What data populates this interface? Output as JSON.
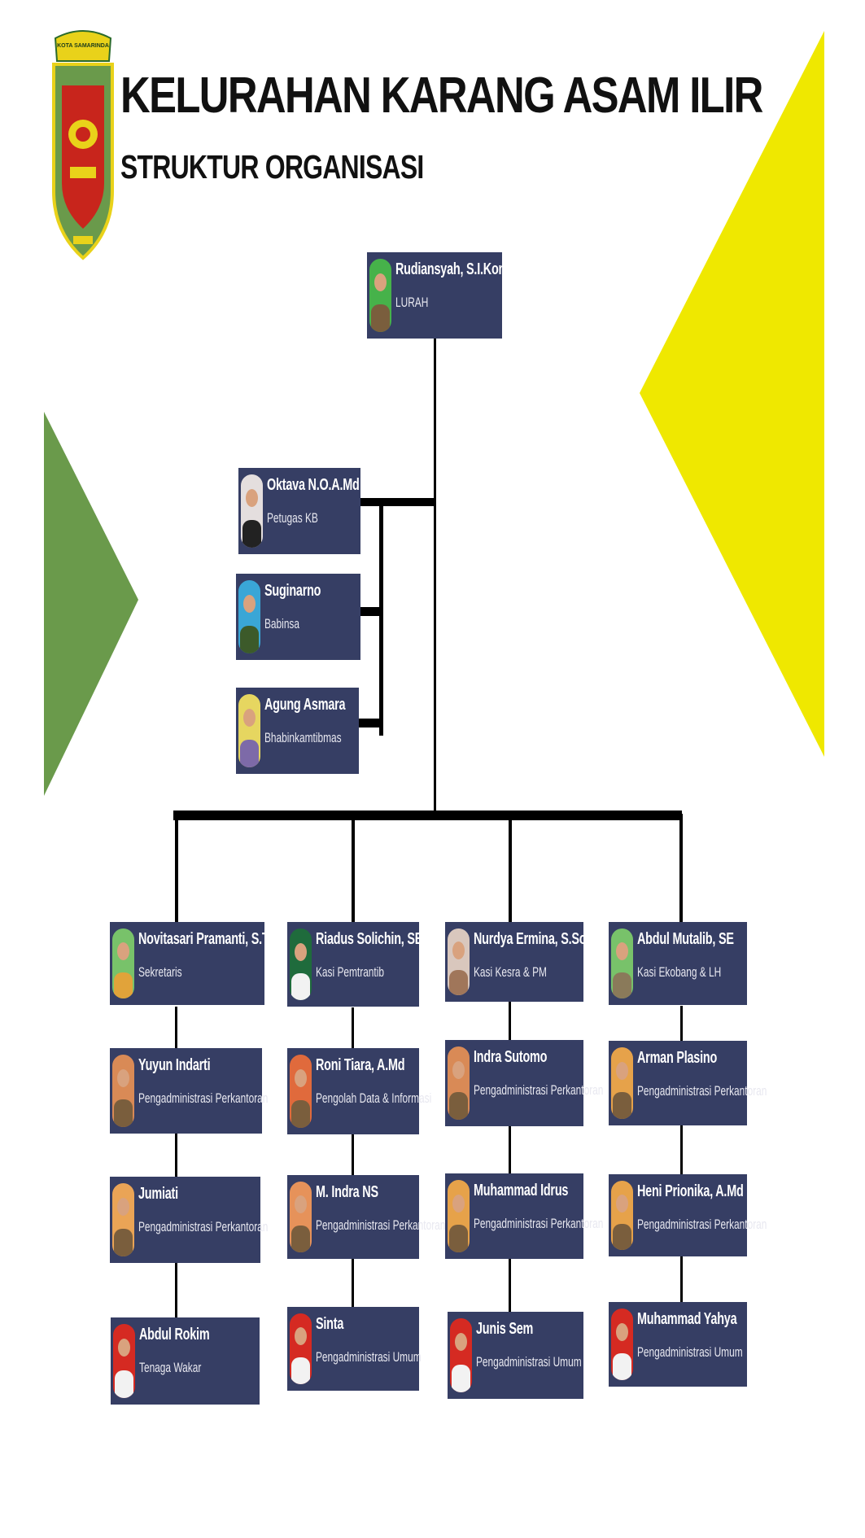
{
  "header": {
    "title": "KELURAHAN KARANG ASAM ILIR",
    "subtitle": "STRUKTUR ORGANISASI",
    "logo_text": "KOTA SAMARINDA",
    "logo_name": "samarinda-city-emblem"
  },
  "colors": {
    "card": "#363e64",
    "green_shape": "#6a9a4b",
    "yellow_shape": "#efe800",
    "connector": "#000000"
  },
  "org": {
    "head": {
      "name": "Rudiansyah, S.I.Kom",
      "role": "LURAH"
    },
    "staff": [
      {
        "name": "Oktava N.O.A.Md",
        "role": "Petugas KB"
      },
      {
        "name": "Suginarno",
        "role": "Babinsa"
      },
      {
        "name": "Agung Asmara",
        "role": "Bhabinkamtibmas"
      }
    ],
    "columns": [
      [
        {
          "name": "Novitasari Pramanti, S.TP",
          "role": "Sekretaris"
        },
        {
          "name": "Yuyun Indarti",
          "role": "Pengadministrasi Perkantoran"
        },
        {
          "name": "Jumiati",
          "role": "Pengadministrasi Perkantoran"
        },
        {
          "name": "Abdul Rokim",
          "role": "Tenaga Wakar"
        }
      ],
      [
        {
          "name": "Riadus Solichin, SE",
          "role": "Kasi Pemtrantib"
        },
        {
          "name": "Roni Tiara, A.Md",
          "role": "Pengolah Data & Informasi"
        },
        {
          "name": "M. Indra NS",
          "role": "Pengadministrasi Perkantoran"
        },
        {
          "name": "Sinta",
          "role": "Pengadministrasi Umum"
        }
      ],
      [
        {
          "name": "Nurdya Ermina, S.Sos",
          "role": "Kasi Kesra & PM"
        },
        {
          "name": "Indra Sutomo",
          "role": "Pengadministrasi Perkantoran"
        },
        {
          "name": "Muhammad Idrus",
          "role": "Pengadministrasi Perkantoran"
        },
        {
          "name": "Junis Sem",
          "role": "Pengadministrasi Umum"
        }
      ],
      [
        {
          "name": "Abdul Mutalib, SE",
          "role": "Kasi Ekobang & LH"
        },
        {
          "name": "Arman Plasino",
          "role": "Pengadministrasi Perkantoran"
        },
        {
          "name": "Heni Prionika, A.Md",
          "role": "Pengadministrasi Perkantoran"
        },
        {
          "name": "Muhammad Yahya",
          "role": "Pengadministrasi Umum"
        }
      ]
    ]
  }
}
